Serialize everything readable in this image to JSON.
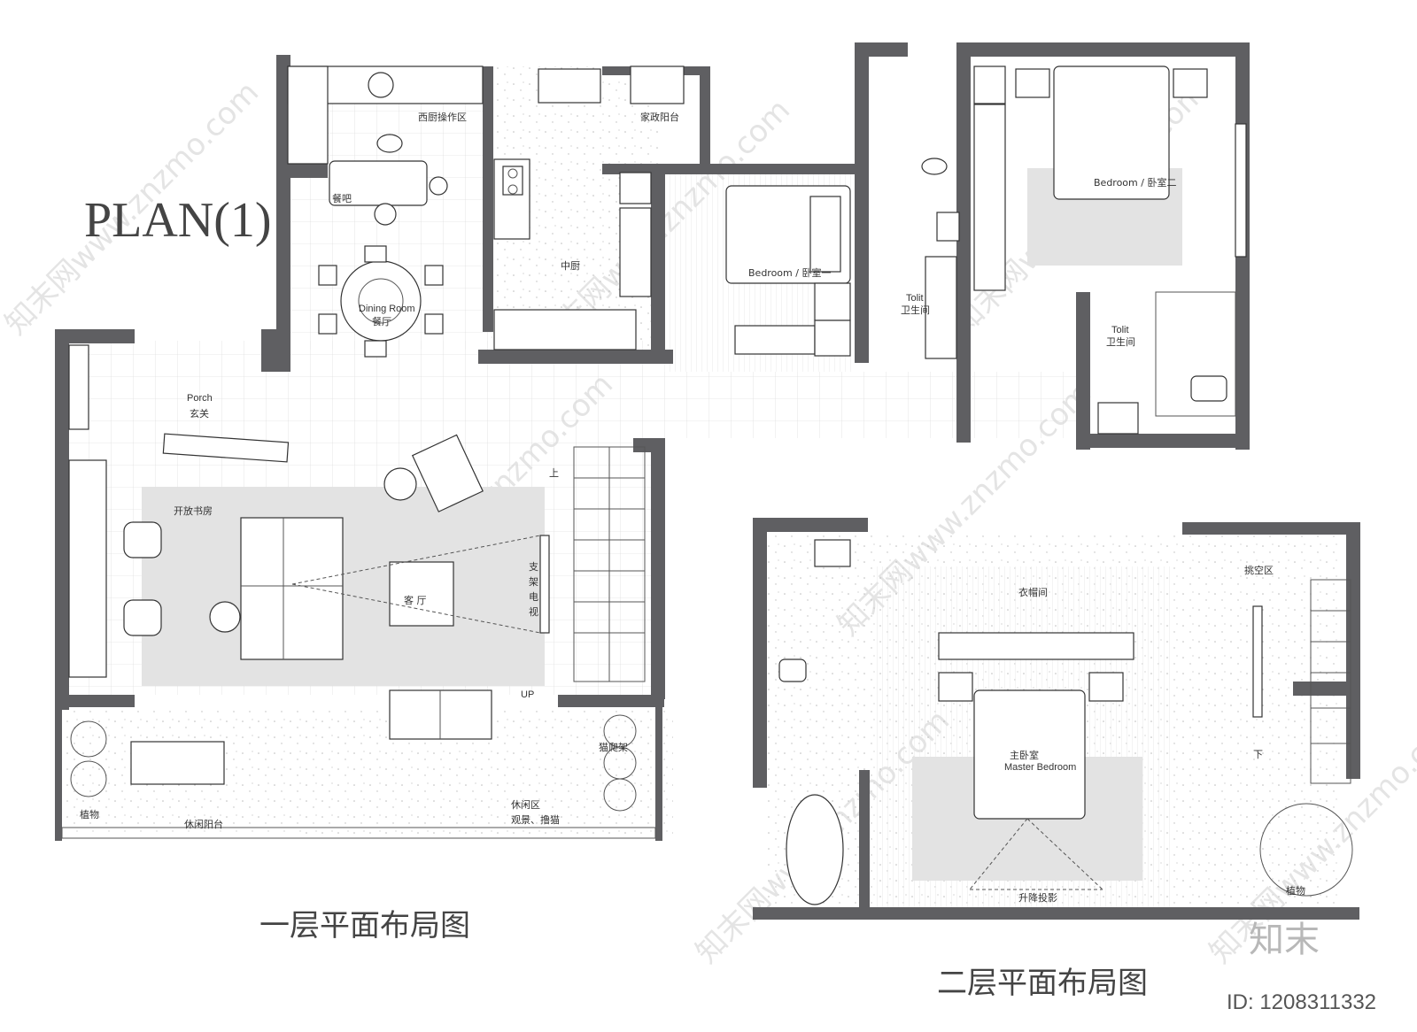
{
  "plan_title": "PLAN(1)",
  "floor1_title": "一层平面布局图",
  "floor2_title": "二层平面布局图",
  "watermark": "知末网www.znzmo.com",
  "logo_text": "知末",
  "id_text": "ID: 1208311332",
  "rooms": {
    "west_kitchen": "西厨操作区",
    "bar": "餐吧",
    "utility_balcony": "家政阳台",
    "chinese_kitchen": "中厨",
    "dining_en": "Dining Room",
    "dining_cn": "餐厅",
    "bedroom1": "Bedroom / 卧室一",
    "toilet1_en": "Tolit",
    "toilet1_cn": "卫生间",
    "bedroom2": "Bedroom / 卧室二",
    "toilet2_en": "Tolit",
    "toilet2_cn": "卫生间",
    "porch_en": "Porch",
    "porch_cn": "玄关",
    "study": "开放书房",
    "living": "客  厅",
    "tv1": "支",
    "tv2": "架",
    "tv3": "电",
    "tv4": "视",
    "stair_up_cn": "上",
    "stair_up_en": "UP",
    "cat_tree": "猫爬架",
    "leisure": "休闲区",
    "leisure_sub": "观景、撸猫",
    "leisure_balcony": "休闲阳台",
    "plants1": "植物",
    "cloakroom": "衣帽间",
    "void": "挑空区",
    "master_cn": "主卧室",
    "master_en": "Master Bedroom",
    "projector": "升降投影",
    "stair_down": "下",
    "plants2": "植物"
  }
}
